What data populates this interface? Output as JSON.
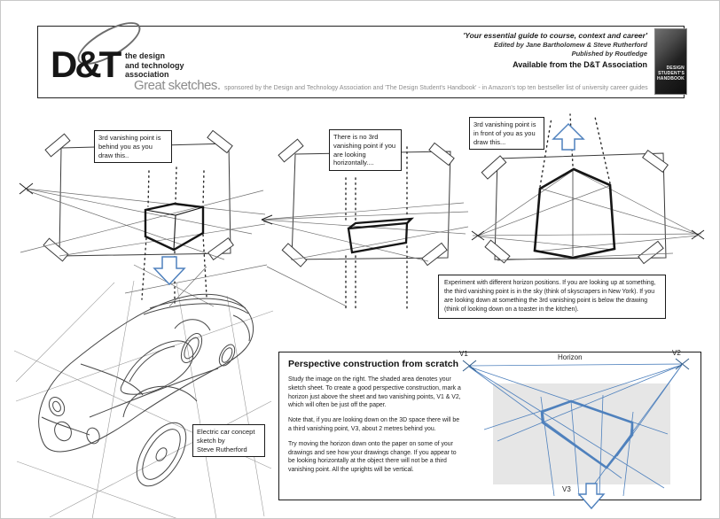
{
  "header": {
    "logo_text": "D&T",
    "logo_sub": "the design\nand technology\nassociation",
    "tagline": "'Your essential guide to course, context and career'",
    "credit1": "Edited by Jane Bartholomew & Steve Rutherford",
    "credit2": "Published by Routledge",
    "availability": "Available from the D&T Association",
    "strap_title": "Great sketches.",
    "strap_rest": "sponsored by the Design and Technology Association and 'The Design Student's Handbook' - in Amazon's top ten bestseller list of university career guides",
    "book_title": "DESIGN\nSTUDENT'S\nHANDBOOK"
  },
  "callouts": {
    "behind": "3rd vanishing point is behind you as you draw this..",
    "none": "There is no 3rd vanishing point if you are looking horizontally....",
    "in_front": "3rd vanishing point is in front of you as you draw this...",
    "experiment": "Experiment with different horizon positions. If you are looking up at something, the third vanishing point is in the sky (think of skyscrapers in New York). If you are looking down at something the 3rd vanishing point is below the drawing (think of looking down on a toaster in the kitchen).",
    "car": "Electric car concept\nsketch by\nSteve Rutherford"
  },
  "panel": {
    "title": "Perspective construction from scratch",
    "paragraphs": [
      "Study the image on the right. The shaded area denotes your sketch sheet. To create a good perspective construction, mark a horizon just above the sheet and two vanishing points, V1 & V2, which will often be just off the paper.",
      "Note that, if you are looking down on the 3D space there will be a third vanishing point, V3, about 2 metres behind you.",
      "Try moving the horizon down onto the paper on some of your drawings and see how your drawings change. If you appear to be looking horizontally at the object there will not be a third vanishing point. All the uprights will be vertical."
    ],
    "labels": {
      "v1": "V1",
      "v2": "V2",
      "v3": "V3",
      "horizon": "Horizon"
    }
  },
  "colors": {
    "accent_blue": "#4f81bd",
    "sheet_gray": "#e6e6e6",
    "ink": "#3a3a3a"
  }
}
